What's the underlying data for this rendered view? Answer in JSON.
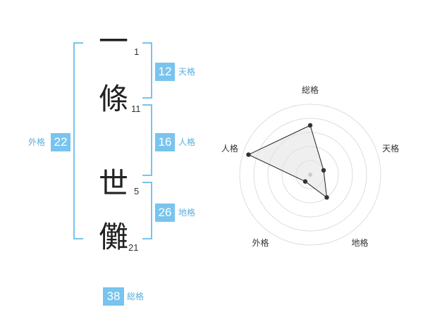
{
  "name_chars": [
    {
      "char": "一",
      "strokes": "1"
    },
    {
      "char": "條",
      "strokes": "11"
    },
    {
      "char": "世",
      "strokes": "5"
    },
    {
      "char": "儺",
      "strokes": "21"
    }
  ],
  "kaku": {
    "tenkaku": {
      "value": "12",
      "label": "天格"
    },
    "jinkaku": {
      "value": "16",
      "label": "人格"
    },
    "chikaku": {
      "value": "26",
      "label": "地格"
    },
    "gaikaku": {
      "value": "22",
      "label": "外格"
    },
    "soukaku": {
      "value": "38",
      "label": "総格"
    }
  },
  "colors": {
    "accent": "#78c4ee",
    "accent_text": "#5aaedc"
  },
  "chart_data": {
    "type": "radar",
    "axes": [
      "総格",
      "天格",
      "地格",
      "外格",
      "人格"
    ],
    "values": [
      3.5,
      1.0,
      2.0,
      0.6,
      4.6
    ],
    "max": 5,
    "rings": 5
  }
}
